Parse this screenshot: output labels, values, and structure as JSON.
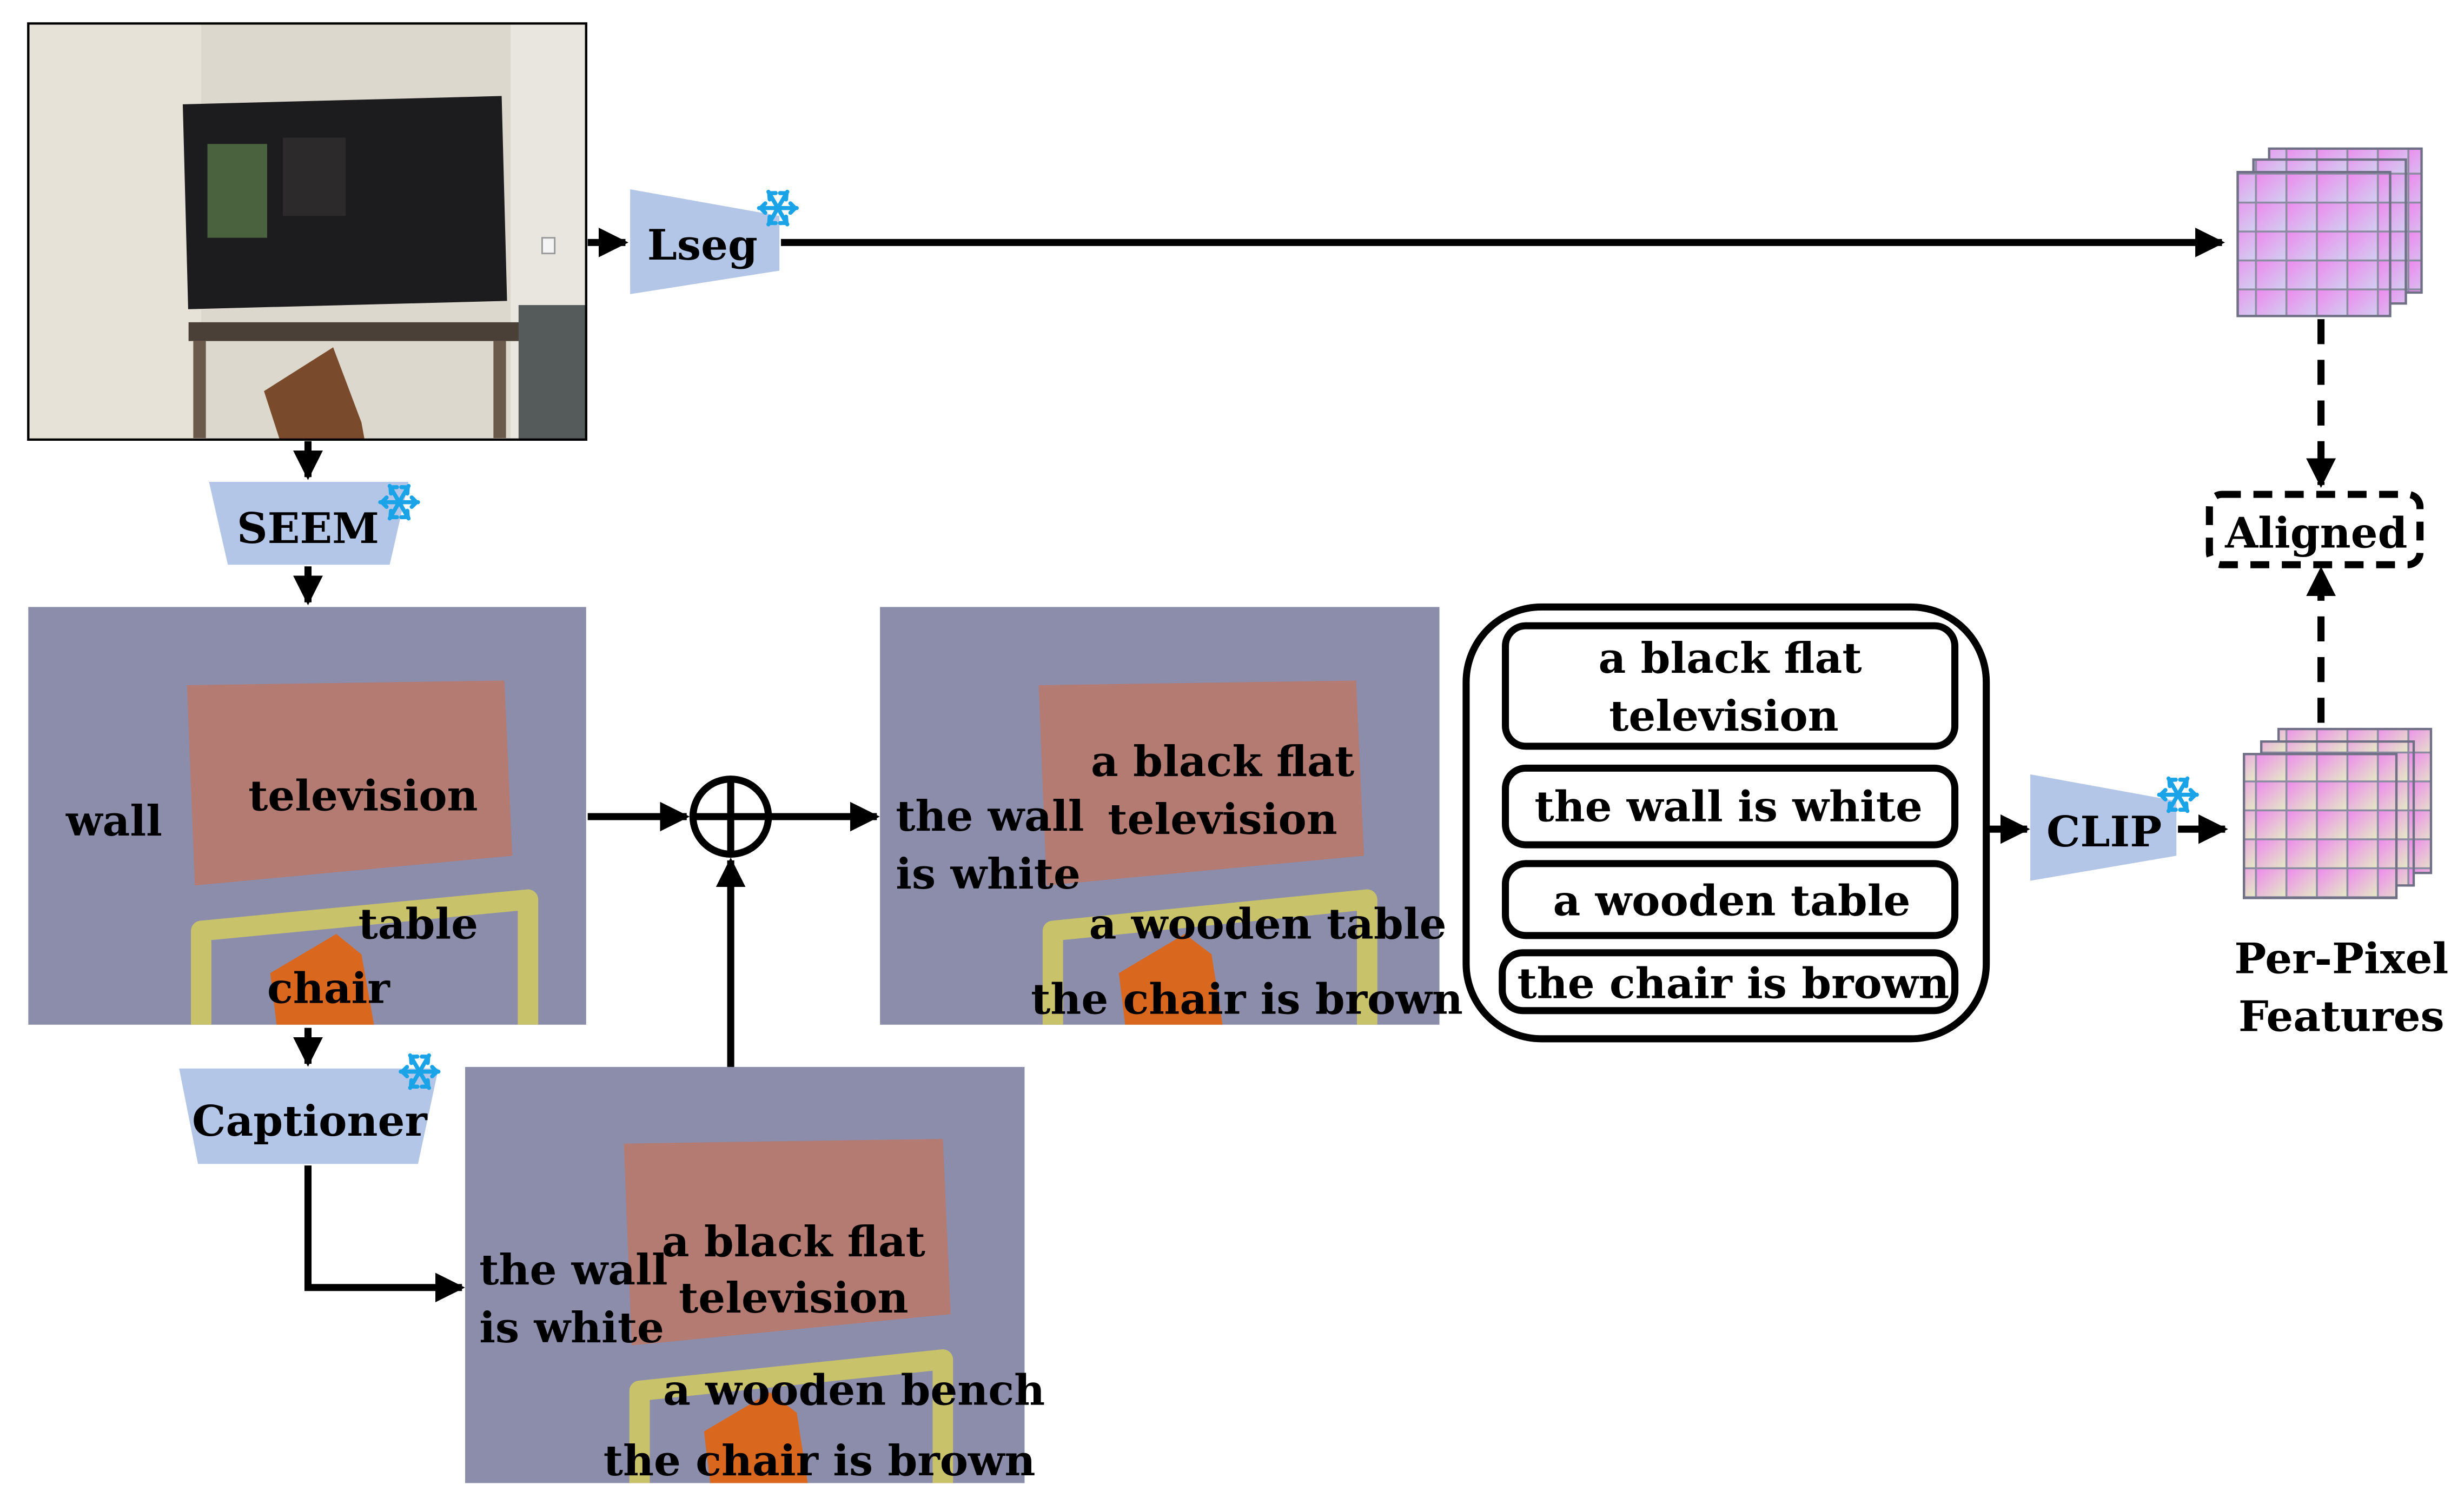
{
  "encoders": {
    "lseg": "Lseg",
    "seem": "SEEM",
    "captioner": "Captioner",
    "clip": "CLIP"
  },
  "seem_labels": {
    "wall": "wall",
    "television": "television",
    "table": "table",
    "chair": "chair"
  },
  "merged_captions": {
    "wall_line1": "the wall",
    "wall_line2": "is white",
    "tv_line1": "a black flat",
    "tv_line2": "television",
    "table": "a wooden table",
    "chair": "the chair is brown"
  },
  "captioner_captions": {
    "wall_line1": "the wall",
    "wall_line2": "is white",
    "tv_line1": "a black flat",
    "tv_line2": "television",
    "bench": "a wooden bench",
    "chair": "the chair is brown"
  },
  "caption_list": {
    "item1_line1": "a black flat",
    "item1_line2": "television",
    "item2": "the wall is white",
    "item3": "a wooden table",
    "item4": "the chair is brown"
  },
  "outputs": {
    "aligned": "Aligned",
    "features_line1": "Per-Pixel",
    "features_line2": "Features"
  },
  "icons": {
    "frozen": "snowflake-icon",
    "combine": "circled-plus-icon",
    "features": "feature-grid-icon"
  },
  "colors": {
    "encoder_fill": "#b4c6e7",
    "snowflake": "#1ba3e8",
    "segment_background": "#8c8cab",
    "segment_television": "#b37b72",
    "segment_table": "#c8c26a",
    "segment_chair": "#d9681e"
  }
}
